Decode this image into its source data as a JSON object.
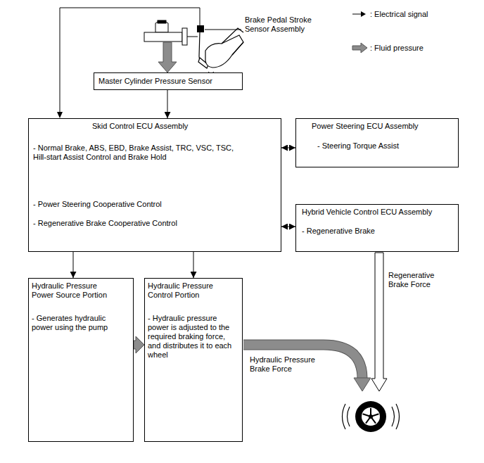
{
  "diagram": {
    "nodes": [
      {
        "text": [
          "Master Cylinder Pressure Sensor"
        ]
      },
      {
        "text": [
          "Skid Control ECU Assembly",
          "- Normal Brake, ABS, EBD, Brake Assist, TRC, VSC, TSC, Hill-start Assist Control and Brake Hold",
          "- Power Steering Cooperative Control",
          "- Regenerative Brake Cooperative Control"
        ]
      },
      {
        "text": [
          "Power Steering ECU Assembly",
          "- Steering Torque Assist"
        ]
      },
      {
        "text": [
          "Hybrid Vehicle Control ECU Assembly",
          "- Regenerative Brake"
        ]
      },
      {
        "text": [
          "Hydraulic Pressure Power Source Portion",
          "- Generates hydraulic power using the pump"
        ]
      },
      {
        "text": [
          "Hydraulic Pressure Control Portion",
          "- Hydraulic pressure power is adjusted to the required braking force, and distributes it to each wheel"
        ]
      }
    ],
    "edges": [
      {
        "from": 0,
        "to": 1,
        "arrow": "to"
      },
      {
        "from": 1,
        "to": 2,
        "arrow": "both"
      },
      {
        "from": 1,
        "to": 3,
        "arrow": "both"
      },
      {
        "from": 1,
        "to": 4,
        "arrow": "to"
      },
      {
        "from": 1,
        "to": 5,
        "arrow": "to"
      },
      {
        "from": 4,
        "to": 5,
        "arrow": "to"
      }
    ],
    "labels": [
      "Brake Pedal Stroke Sensor Assembly",
      "Regenerative Brake Force",
      "Hydraulic Pressure Brake Force"
    ],
    "legend": [
      {
        "text": ": Electrical signal"
      },
      {
        "text": ": Fluid pressure"
      }
    ]
  }
}
